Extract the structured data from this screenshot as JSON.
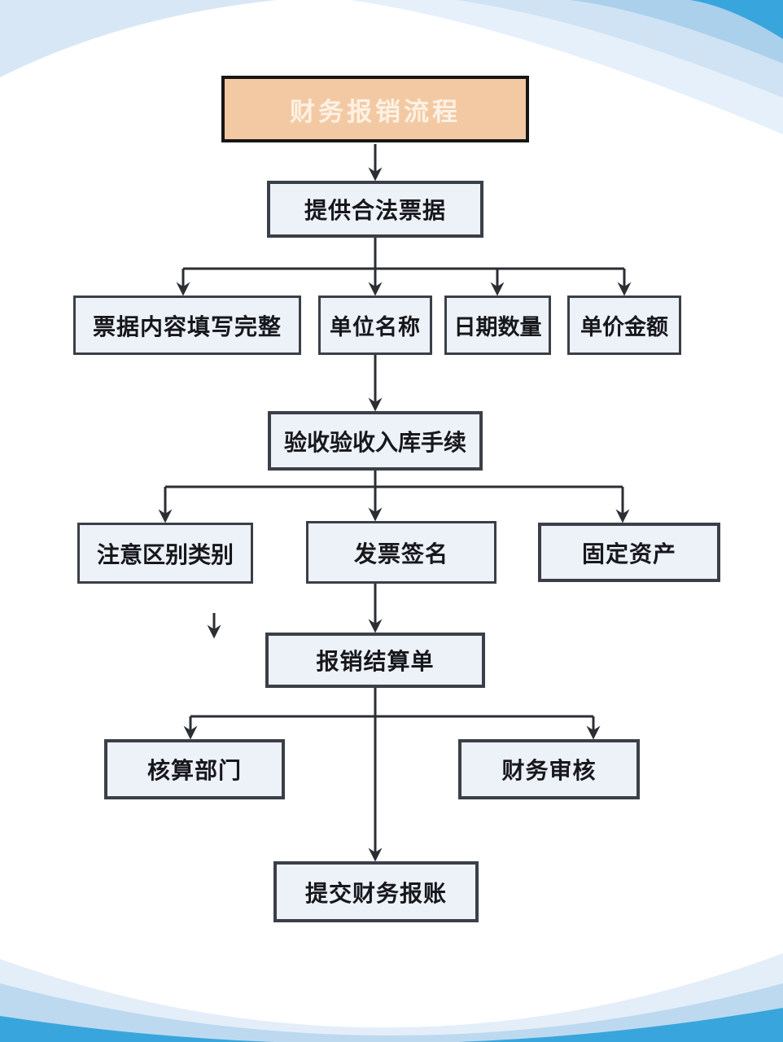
{
  "colors": {
    "title_bg": "#f3c9a3",
    "title_text": "#fdf1e4",
    "title_border": "#161616",
    "node_bg": "#edf1f8",
    "node_border": "#3b3f47",
    "node_text": "#17181b",
    "line": "#2b2e33",
    "wave_strong": "#38a6dc",
    "wave_medium": "#abd0ec",
    "wave_light2": "#cfe3f4",
    "wave_lightest": "#e6f0fa",
    "wave_left": "#d8e7f5",
    "wave_bottom_medium": "#bdd9f0",
    "wave_bottom_lightest": "#e4eef9"
  },
  "nodes": {
    "title": "财务报销流程",
    "provide_invoice": "提供合法票据",
    "invoice_complete": "票据内容填写完整",
    "unit_name": "单位名称",
    "date_quantity": "日期数量",
    "unit_price_amount": "单价金额",
    "acceptance": "验收验收入库手续",
    "category_distinction": "注意区别类别",
    "invoice_signature": "发票签名",
    "fixed_assets": "固定资产",
    "settlement_form": "报销结算单",
    "accounting_dept": "核算部门",
    "finance_review": "财务审核",
    "submit_reimbursement": "提交财务报账"
  }
}
